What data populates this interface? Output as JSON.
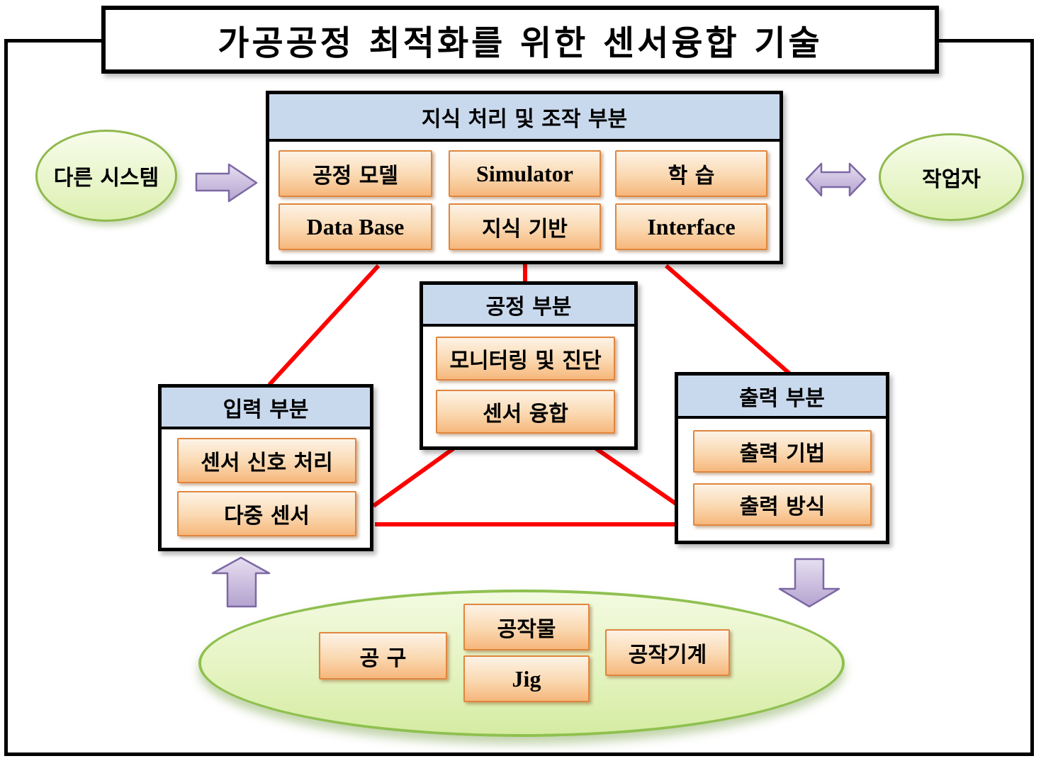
{
  "title": "가공공정 최적화를 위한 센서융합 기술",
  "sections": {
    "knowledge": {
      "header": "지식 처리 및 조작 부분",
      "items": [
        "공정 모델",
        "Simulator",
        "학 습",
        "Data Base",
        "지식 기반",
        "Interface"
      ]
    },
    "process": {
      "header": "공정 부분",
      "items": [
        "모니터링 및 진단",
        "센서 융합"
      ]
    },
    "input": {
      "header": "입력 부분",
      "items": [
        "센서 신호 처리",
        "다중 센서"
      ]
    },
    "output": {
      "header": "출력 부분",
      "items": [
        "출력 기법",
        "출력 방식"
      ]
    }
  },
  "external": {
    "left_ellipse": "다른 시스템",
    "right_ellipse": "작업자"
  },
  "machine_environment": {
    "items": [
      "공 구",
      "공작물",
      "Jig",
      "공작기계"
    ]
  },
  "colors": {
    "section_header_fill": "#C9D9ED",
    "item_border": "#E0863E",
    "item_fill_top": "#FDF3E6",
    "item_fill_bottom": "#F6B77C",
    "ellipse_fill": "#EAF6CE",
    "ellipse_border": "#90B94E",
    "arrow_fill_top": "#E6E0F0",
    "arrow_fill_bottom": "#B4A3CF",
    "arrow_border": "#7C68A4",
    "connector_line": "#FF0000",
    "box_border": "#000000"
  }
}
